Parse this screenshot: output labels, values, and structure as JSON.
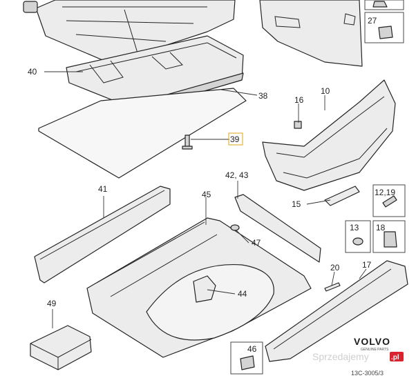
{
  "callouts": {
    "c40": "40",
    "c38": "38",
    "c39": "39",
    "c16": "16",
    "c10": "10",
    "c27": "27",
    "c41": "41",
    "c45": "45",
    "c4243": "42, 43",
    "c47": "47",
    "c44": "44",
    "c49": "49",
    "c46": "46",
    "c15": "15",
    "c20": "20",
    "c17": "17",
    "c1219": "12,19",
    "c13": "13",
    "c18": "18"
  },
  "watermark": {
    "brand": "VOLVO",
    "brand_sub": "GENUINE PARTS",
    "site": "Sprzedajemy",
    "site_tld": ".pl",
    "drawing_ref": "13C-3005/3"
  },
  "colors": {
    "highlight": "#e3b23c",
    "site_badge": "#d9232e"
  }
}
